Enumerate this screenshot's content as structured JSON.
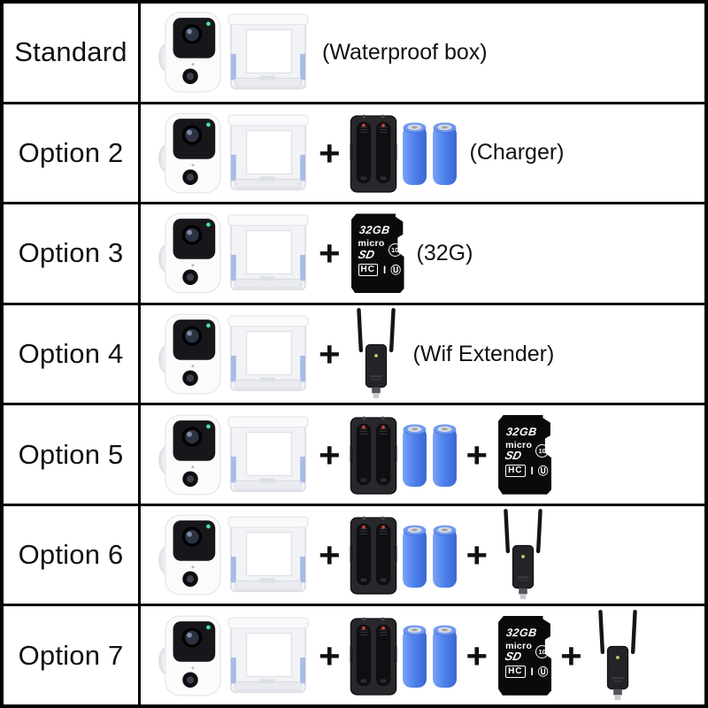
{
  "plus": "+",
  "rows": [
    {
      "label": "Standard",
      "note": "(Waterproof box)",
      "items": [
        "camera",
        "waterproof box"
      ]
    },
    {
      "label": "Option 2",
      "note": "(Charger)",
      "items": [
        "camera",
        "waterproof box",
        "charger with 2 batteries"
      ]
    },
    {
      "label": "Option 3",
      "note": "(32G)",
      "items": [
        "camera",
        "waterproof box",
        "32GB micro SD card"
      ]
    },
    {
      "label": "Option 4",
      "note": "(Wif Extender)",
      "items": [
        "camera",
        "waterproof box",
        "wifi extender"
      ]
    },
    {
      "label": "Option 5",
      "note": "",
      "items": [
        "camera",
        "waterproof box",
        "charger with 2 batteries",
        "32GB micro SD card"
      ]
    },
    {
      "label": "Option 6",
      "note": "",
      "items": [
        "camera",
        "waterproof box",
        "charger with 2 batteries",
        "wifi extender"
      ]
    },
    {
      "label": "Option 7",
      "note": "",
      "items": [
        "camera",
        "waterproof box",
        "charger with 2 batteries",
        "32GB micro SD card",
        "wifi extender"
      ]
    }
  ],
  "sd_card": {
    "capacity": "32GB",
    "micro": "micro",
    "sd": "SD",
    "hc": "HC",
    "class_mark": "10",
    "uhs": "I Ⓤ"
  },
  "colors": {
    "border": "#000000",
    "battery_blue": "#4f83ee",
    "device_black": "#1c1c20",
    "box_grey": "#f2f3f6",
    "box_clip_blue": "#a9bbe8",
    "led_green": "#45e6a0"
  }
}
